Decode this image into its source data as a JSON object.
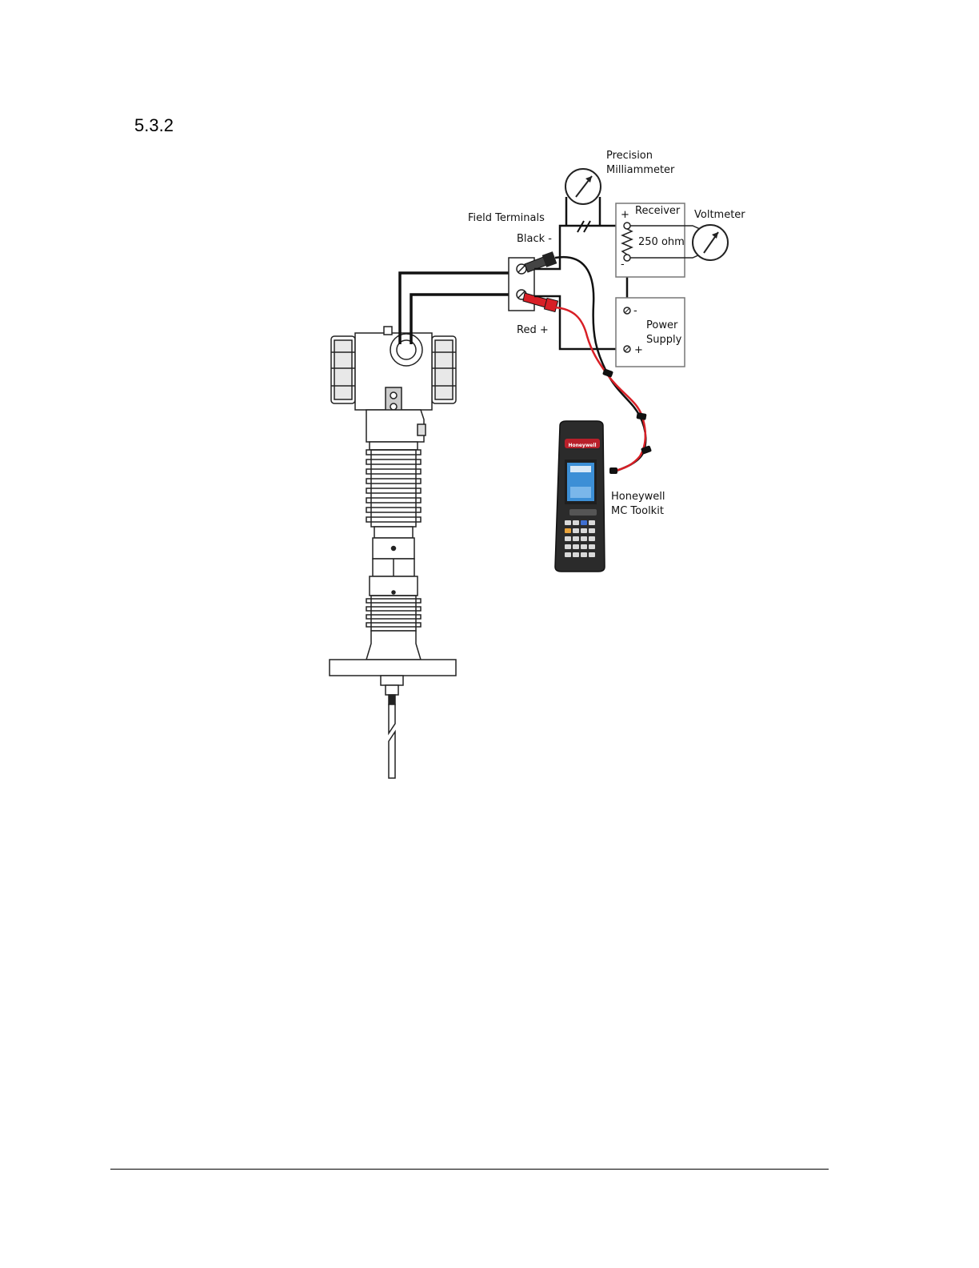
{
  "section": {
    "number": "5.3.2"
  },
  "labels": {
    "precision_milliammeter_line1": "Precision",
    "precision_milliammeter_line2": "Milliammeter",
    "field_terminals": "Field Terminals",
    "black_minus": "Black -",
    "red_plus": "Red +",
    "receiver": "Receiver",
    "resistor": "250 ohm",
    "voltmeter": "Voltmeter",
    "power_supply_line1": "Power",
    "power_supply_line2": "Supply",
    "toolkit_line1": "Honeywell",
    "toolkit_line2": "MC Toolkit",
    "handheld_brand": "Honeywell",
    "plus": "+",
    "minus": "-"
  },
  "colors": {
    "wire_black": "#111111",
    "wire_red": "#d81f26",
    "handheld_body": "#2b2b2b",
    "handheld_screen": "#3c8fd6"
  }
}
